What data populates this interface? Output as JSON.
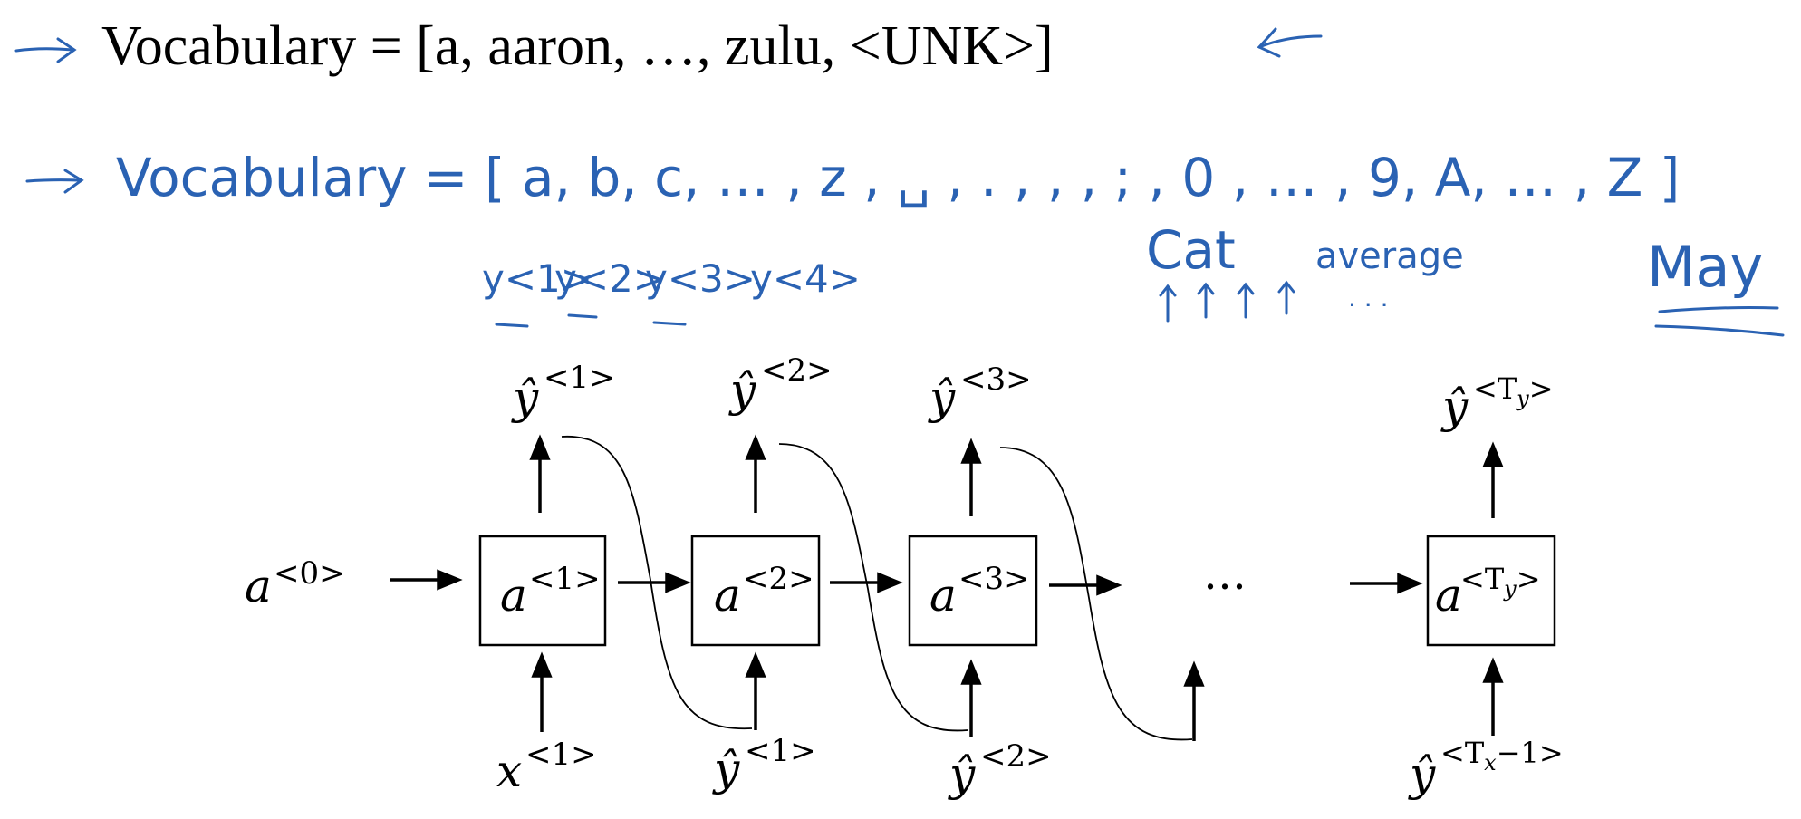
{
  "header": {
    "typed_vocab": "Vocabulary = [a, aaron, …, zulu, <UNK>]"
  },
  "handwriting": {
    "char_vocab": "Vocabulary = [ a, b, c, … , z , ␣ , . , , , ; , 0 , … , 9, A, … , Z ]",
    "y_labels": [
      "y<1>",
      "y<2>",
      "y<3>",
      "y<4>"
    ],
    "cat": "Cat",
    "average": "average",
    "ellipsis": ". . .",
    "may": "May",
    "colors": {
      "ink": "#2a62b3"
    }
  },
  "rnn": {
    "a0": {
      "base": "a",
      "sup": "<0>"
    },
    "cells": [
      {
        "base": "a",
        "sup": "<1>"
      },
      {
        "base": "a",
        "sup": "<2>"
      },
      {
        "base": "a",
        "sup": "<3>"
      }
    ],
    "last_cell": {
      "base": "a",
      "sup_pre": "<T",
      "sup_sub": "y",
      "sup_post": ">"
    },
    "outputs": [
      {
        "base": "ŷ",
        "sup": "<1>"
      },
      {
        "base": "ŷ",
        "sup": "<2>"
      },
      {
        "base": "ŷ",
        "sup": "<3>"
      }
    ],
    "last_output": {
      "base": "ŷ",
      "sup_pre": "<T",
      "sup_sub": "y",
      "sup_post": ">"
    },
    "inputs": [
      {
        "base": "x",
        "sup": "<1>"
      },
      {
        "base": "ŷ",
        "sup": "<1>"
      },
      {
        "base": "ŷ",
        "sup": "<2>"
      }
    ],
    "last_input": {
      "base": "ŷ",
      "sup_pre": "<T",
      "sup_sub": "x",
      "sup_post": "−1>"
    },
    "middle_ellipsis": "…"
  }
}
